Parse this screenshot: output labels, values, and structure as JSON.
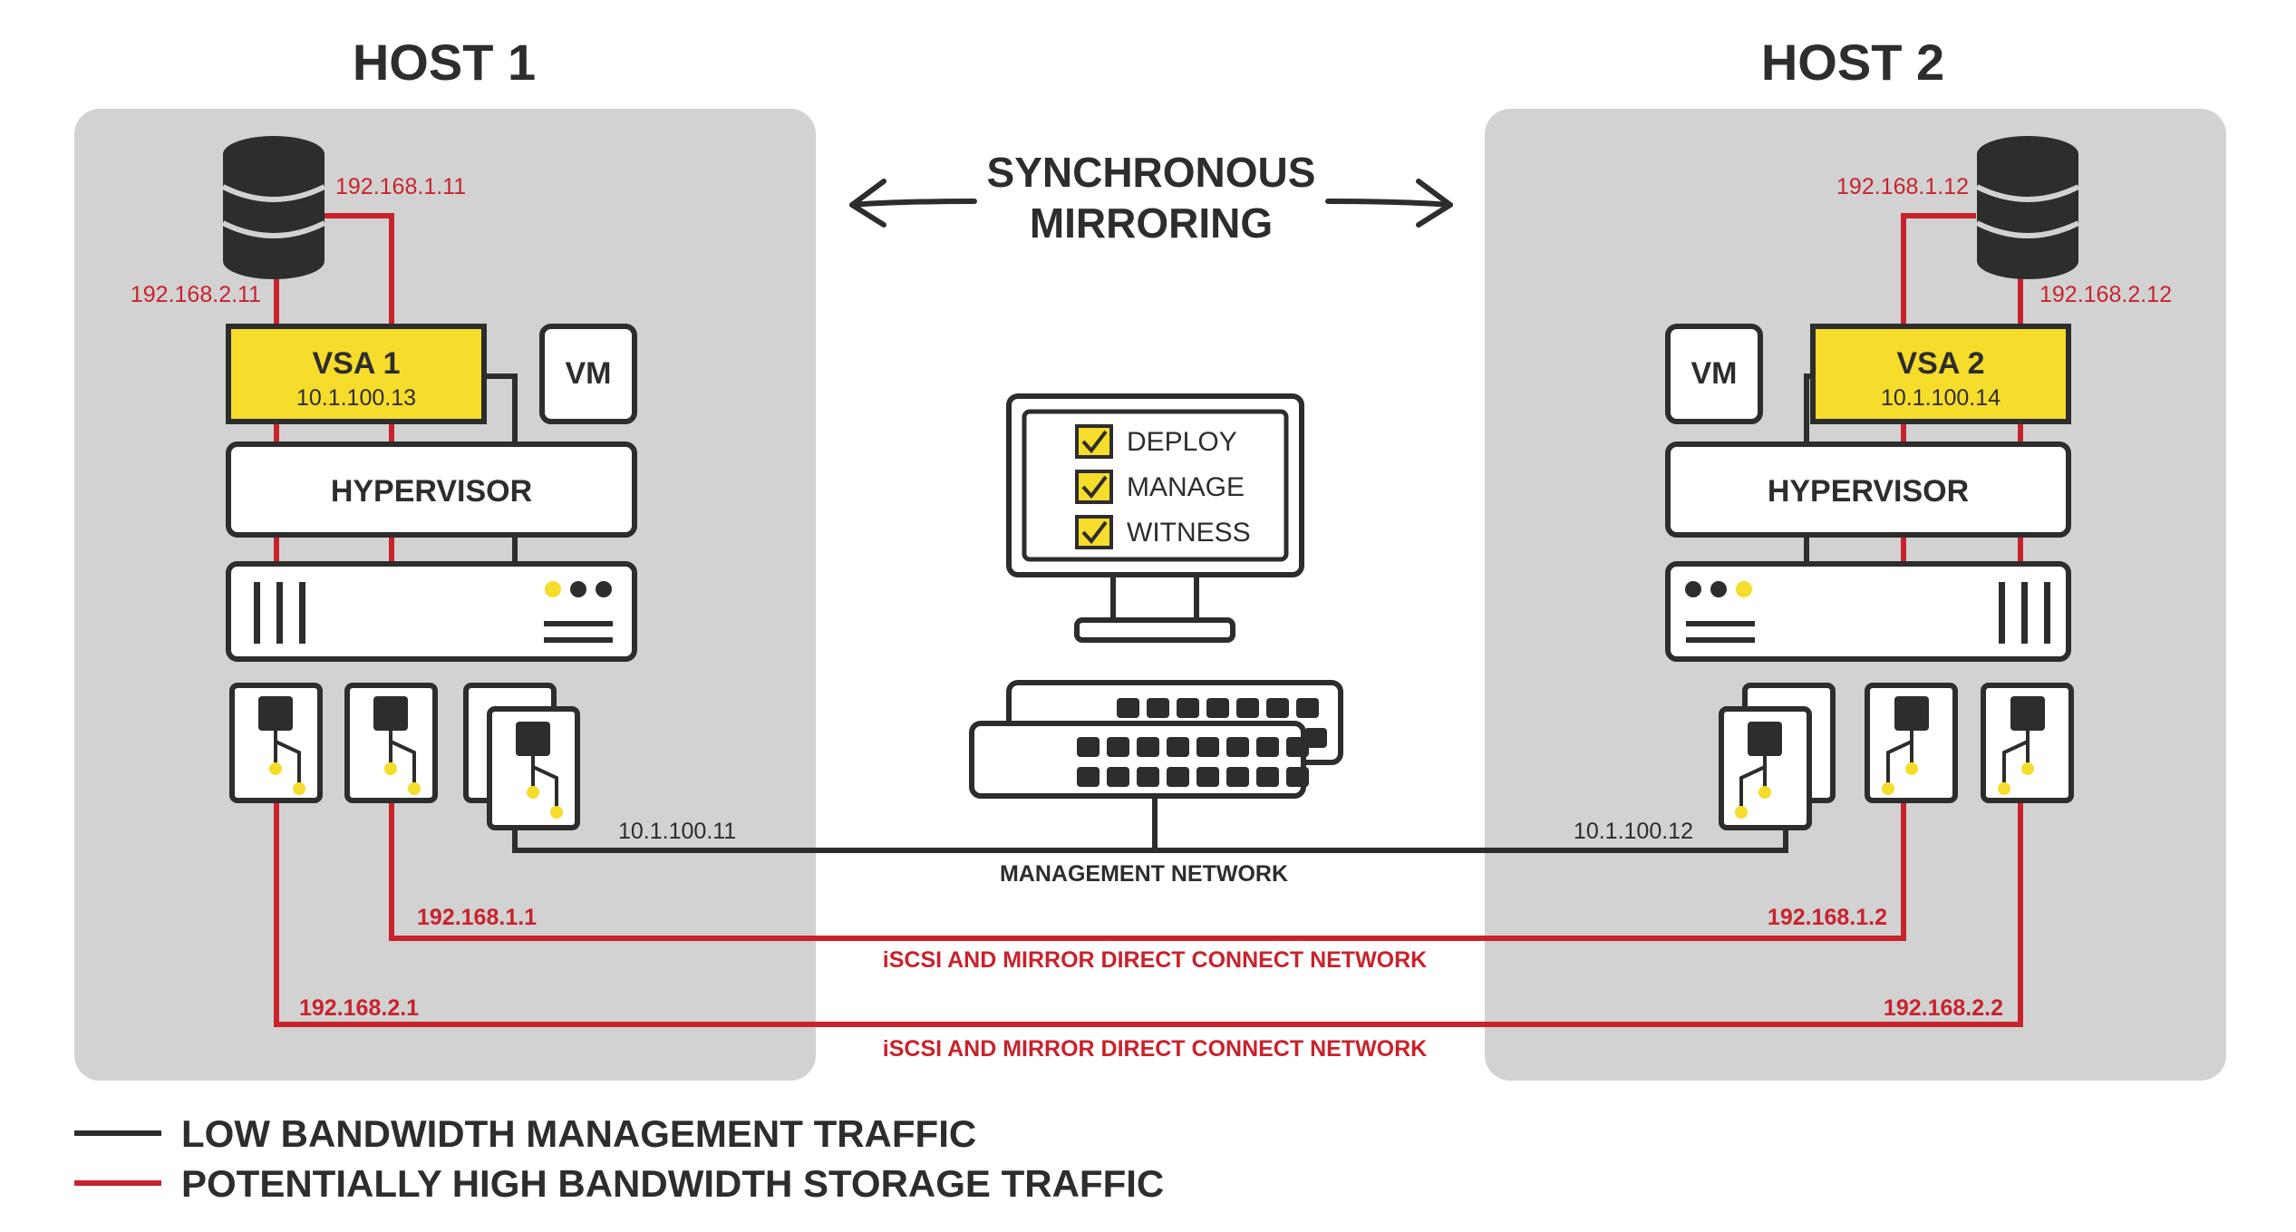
{
  "colors": {
    "panel": "#d2d2d2",
    "dark": "#2d2d2d",
    "red": "#c8232c",
    "yellow": "#f6dc2b",
    "white": "#ffffff"
  },
  "host1": {
    "title": "HOST 1",
    "vsa_name": "VSA 1",
    "vsa_ip": "10.1.100.13",
    "vm": "VM",
    "hypervisor": "HYPERVISOR",
    "storage_ip_a": "192.168.1.11",
    "storage_ip_b": "192.168.2.11",
    "mgmt_ip": "10.1.100.11",
    "nic_ip_a": "192.168.1.1",
    "nic_ip_b": "192.168.2.1"
  },
  "host2": {
    "title": "HOST 2",
    "vsa_name": "VSA 2",
    "vsa_ip": "10.1.100.14",
    "vm": "VM",
    "hypervisor": "HYPERVISOR",
    "storage_ip_a": "192.168.1.12",
    "storage_ip_b": "192.168.2.12",
    "mgmt_ip": "10.1.100.12",
    "nic_ip_a": "192.168.1.2",
    "nic_ip_b": "192.168.2.2"
  },
  "mirroring": {
    "line1": "SYNCHRONOUS",
    "line2": "MIRRORING"
  },
  "console": {
    "items": [
      "DEPLOY",
      "MANAGE",
      "WITNESS"
    ]
  },
  "networks": {
    "management": "MANAGEMENT NETWORK",
    "iscsi_1": "iSCSI AND MIRROR DIRECT CONNECT NETWORK",
    "iscsi_2": "iSCSI AND MIRROR DIRECT CONNECT NETWORK"
  },
  "legend": {
    "management": "LOW BANDWIDTH MANAGEMENT TRAFFIC",
    "storage": "POTENTIALLY HIGH BANDWIDTH STORAGE TRAFFIC"
  }
}
